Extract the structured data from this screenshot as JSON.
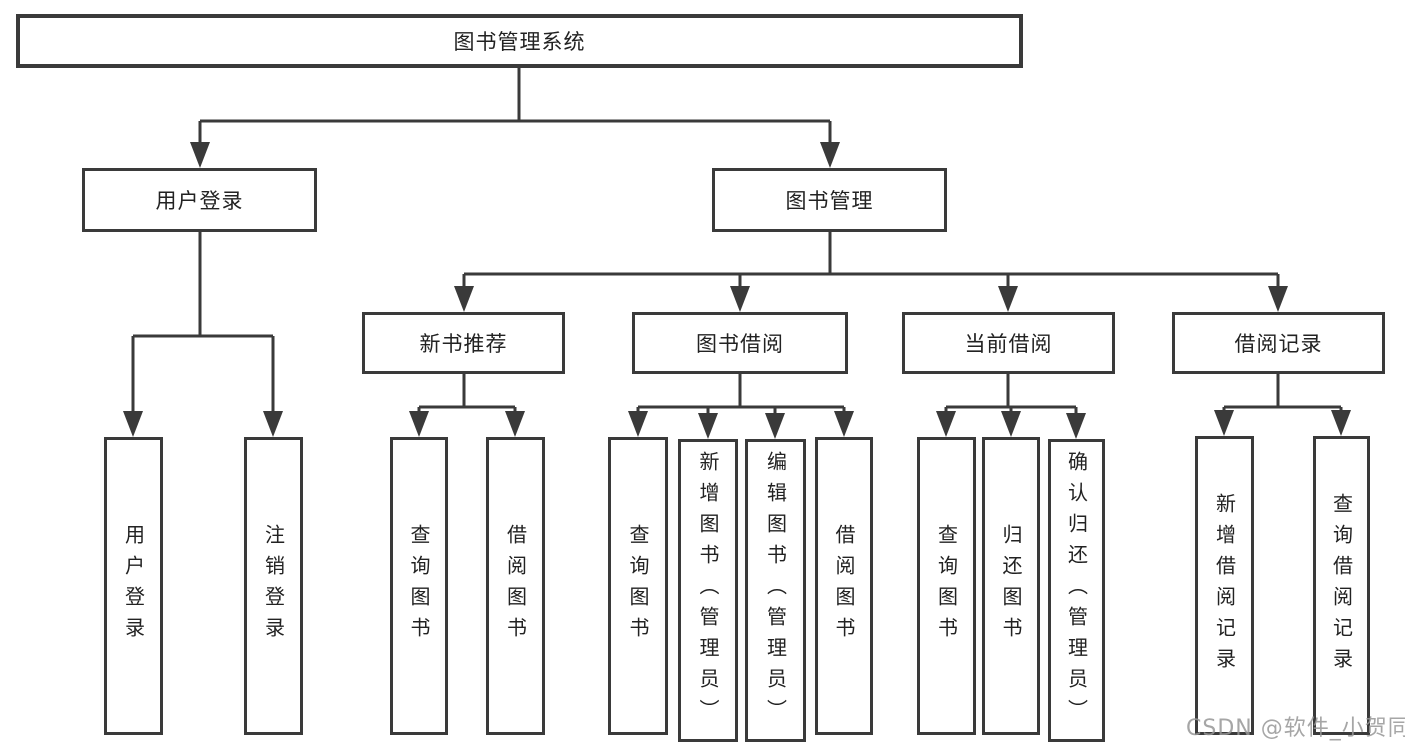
{
  "nodes": {
    "root": "图书管理系统",
    "user_login": "用户登录",
    "book_mgmt": "图书管理",
    "new_book_recommend": "新书推荐",
    "book_borrow": "图书借阅",
    "current_borrow": "当前借阅",
    "borrow_record": "借阅记录",
    "leaf_user_login": "用户登录",
    "leaf_logout": "注销登录",
    "leaf_rec_query": "查询图书",
    "leaf_rec_borrow": "借阅图书",
    "leaf_bb_query": "查询图书",
    "leaf_bb_add": "新增图书（管理员）",
    "leaf_bb_edit": "编辑图书（管理员）",
    "leaf_bb_borrow": "借阅图书",
    "leaf_cb_query": "查询图书",
    "leaf_cb_return": "归还图书",
    "leaf_cb_confirm": "确认归还（管理员）",
    "leaf_br_add": "新增借阅记录",
    "leaf_br_query": "查询借阅记录"
  },
  "watermark": "CSDN @软件_小贺同学",
  "colors": {
    "line": "#3a3a3a",
    "text": "#222222",
    "watermark": "#979797",
    "background": "#ffffff"
  }
}
